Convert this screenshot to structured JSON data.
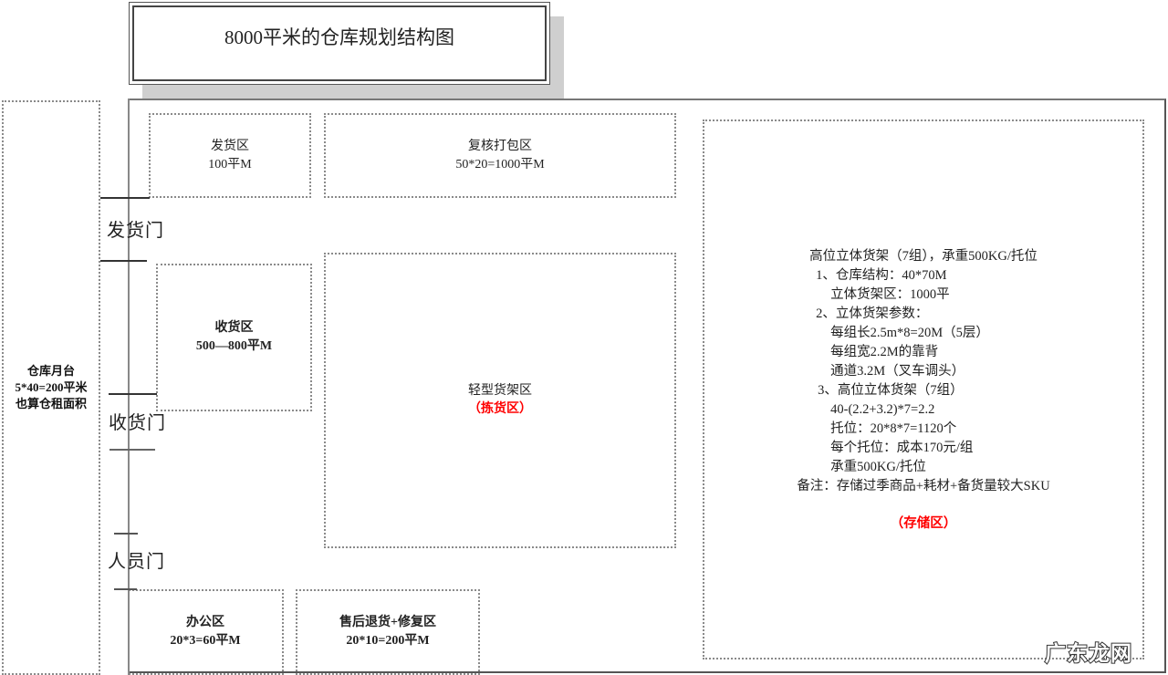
{
  "title": "8000平米的仓库规划结构图",
  "platform": {
    "lines": [
      "仓库月台",
      "5*40=200平米",
      "也算仓租面积"
    ]
  },
  "doors": {
    "shipping": "发货门",
    "receiving": "收货门",
    "staff": "人员门"
  },
  "zones": {
    "shipping_area": {
      "name": "发货区",
      "size": "100平M"
    },
    "packing_area": {
      "name": "复核打包区",
      "size": "50*20=1000平M"
    },
    "receiving_area": {
      "name": "收货区",
      "size": "500—800平M"
    },
    "light_shelf_area": {
      "name": "轻型货架区",
      "tag": "（拣货区）"
    },
    "office_area": {
      "name": "办公区",
      "size": "20*3=60平M"
    },
    "returns_area": {
      "name": "售后退货+修复区",
      "size": "20*10=200平M"
    },
    "storage_area": {
      "heading": "高位立体货架（7组），承重500KG/托位",
      "lines": [
        "1、仓库结构：40*70M",
        "立体货架区：1000平",
        "2、立体货架参数：",
        "每组长2.5m*8=20M（5层）",
        "每组宽2.2M的靠背",
        "通道3.2M（叉车调头）",
        "3、高位立体货架（7组）",
        "40-(2.2+3.2)*7=2.2",
        "托位：20*8*7=1120个",
        "每个托位：成本170元/组",
        "承重500KG/托位"
      ],
      "note": "备注：存储过季商品+耗材+备货量较大SKU",
      "tag": "（存储区）"
    }
  },
  "watermark": "广东龙网",
  "colors": {
    "accent_red": "#ff0000",
    "line": "#555555",
    "dotted": "#8a8a8a",
    "shadow": "#cfcfcf"
  }
}
